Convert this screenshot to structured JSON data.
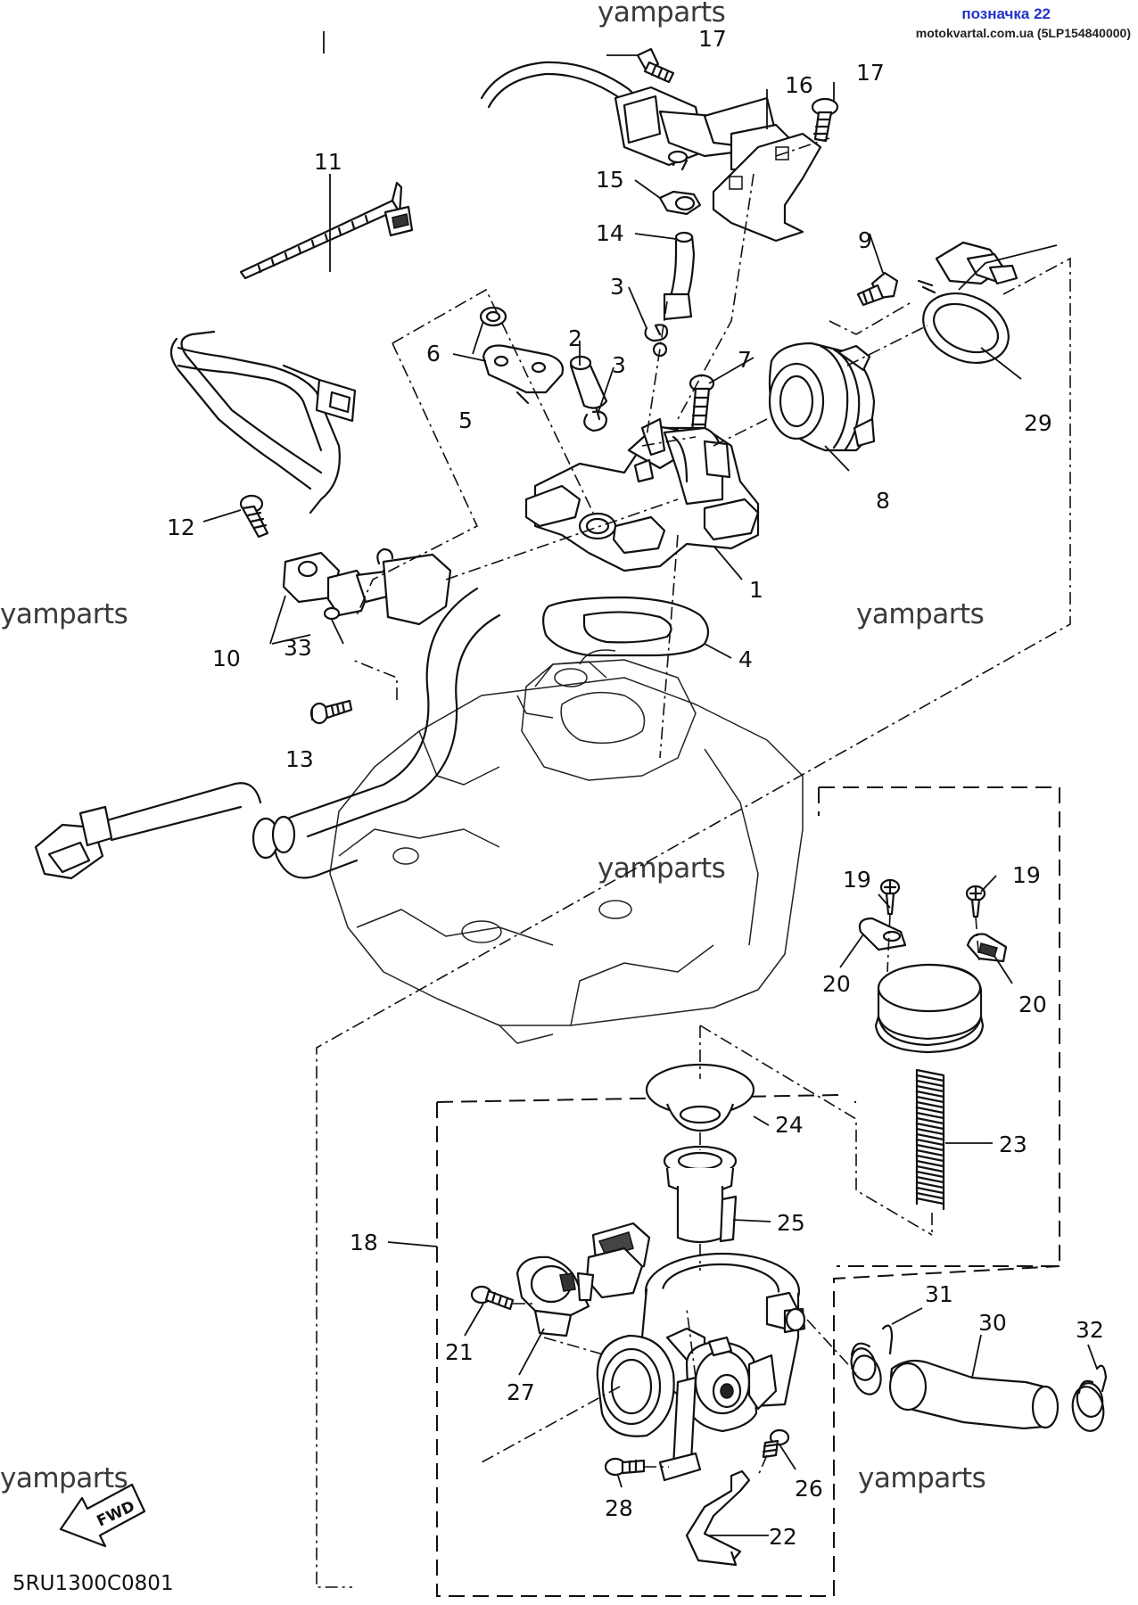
{
  "header": {
    "tag": "позначка 22",
    "source": "motokvartal.com.ua (5LP154840000)"
  },
  "watermark": "yamparts",
  "diagram_code": "5RU1300C0801",
  "fwd_label": "FWD",
  "callouts": {
    "c1": "1",
    "c2": "2",
    "c3a": "3",
    "c3b": "3",
    "c4": "4",
    "c5": "5",
    "c6": "6",
    "c7": "7",
    "c8": "8",
    "c9": "9",
    "c10": "10",
    "c11": "11",
    "c12": "12",
    "c13": "13",
    "c14": "14",
    "c15": "15",
    "c16": "16",
    "c17a": "17",
    "c17b": "17",
    "c18": "18",
    "c19a": "19",
    "c19b": "19",
    "c20a": "20",
    "c20b": "20",
    "c21": "21",
    "c22": "22",
    "c23": "23",
    "c24": "24",
    "c25": "25",
    "c26": "26",
    "c27": "27",
    "c28": "28",
    "c29": "29",
    "c30": "30",
    "c31": "31",
    "c32": "32",
    "c33": "33"
  }
}
